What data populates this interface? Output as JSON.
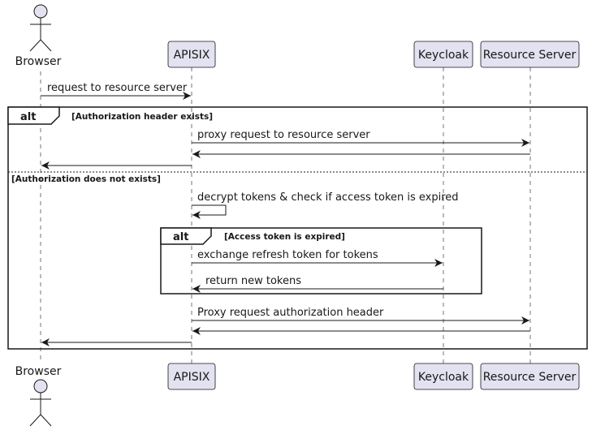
{
  "participants": {
    "browser": "Browser",
    "apisix": "APISIX",
    "keycloak": "Keycloak",
    "resource_server": "Resource Server"
  },
  "messages": {
    "m1": "request to resource server",
    "m2": "proxy request to resource server",
    "m3": "decrypt tokens & check if access token is expired",
    "m4": "exchange refresh token for tokens",
    "m5": "return new tokens",
    "m6": "Proxy request authorization header"
  },
  "fragments": {
    "outer_alt_label": "alt",
    "outer_guard_1": "[Authorization header exists]",
    "outer_guard_2": "[Authorization does not exists]",
    "inner_alt_label": "alt",
    "inner_guard": "[Access token is expired]"
  },
  "colors": {
    "participant_fill": "#e2e2f0",
    "participant_border": "#181818",
    "lifeline": "#181818",
    "background": "#ffffff"
  }
}
